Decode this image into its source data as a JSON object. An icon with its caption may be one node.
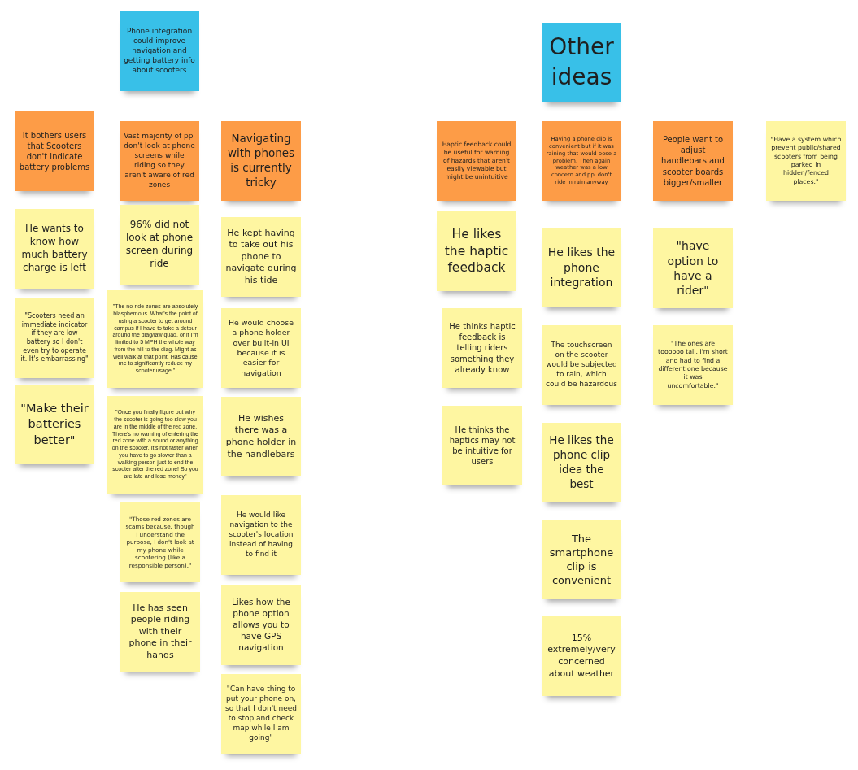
{
  "diagram": {
    "nodes": [
      {
        "text": [
          "It bothers users that Scooters don't indicate battery problems"
        ]
      },
      {
        "text": [
          "He wants to know how much battery charge is left"
        ]
      },
      {
        "text": [
          "\"Scooters need an immediate indicator if they are low battery so I don't even try to operate it. It's embarrassing\""
        ]
      },
      {
        "text": [
          "\"Make their batteries better\""
        ]
      },
      {
        "text": [
          "Phone integration could improve navigation and getting battery info about scooters"
        ]
      },
      {
        "text": [
          "Vast majority of ppl don't look at phone screens while riding so they aren't aware of red zones"
        ]
      },
      {
        "text": [
          "96% did not look at phone screen during ride"
        ]
      },
      {
        "text": [
          "\"The no-ride zones are absolutely blasphemous. What's the point of using a scooter to get around campus if I have to take a detour around the diag/law quad, or if I'm limited to 5 MPH the whole way from the hill to the diag. Might as well walk at that point. Has cause me to significantly reduce my scooter usage.\""
        ]
      },
      {
        "text": [
          "\"Once you finally figure out why the scooter is going too slow you are in the middle of the red zone. There's no warning of entering the red zone with a sound or anything on the scooter. It's not faster when you have to go slower than a walking person just to end the scooter after the red zone! So you are late and lose money\""
        ]
      },
      {
        "text": [
          "\"Those red zones are scams because, though I understand the purpose, I don't look at my phone while scootering (like a responsible person).\""
        ]
      },
      {
        "text": [
          "He has seen people riding with their phone in their hands"
        ]
      },
      {
        "text": [
          "Navigating with phones is currently tricky"
        ]
      },
      {
        "text": [
          "He kept having to take out his phone to navigate during his tide"
        ]
      },
      {
        "text": [
          "He would choose a phone holder over built-in UI because it is easier for navigation"
        ]
      },
      {
        "text": [
          "He wishes there was a phone holder in the handlebars"
        ]
      },
      {
        "text": [
          "He would like navigation to the scooter's location instead of having to find it"
        ]
      },
      {
        "text": [
          "Likes how the phone option allows you to have GPS navigation"
        ]
      },
      {
        "text": [
          "\"Can have thing to put your phone on, so that I don't need to stop and check map while I am going\""
        ]
      },
      {
        "text": [
          "Haptic feedback could be useful for warning of hazards that aren't easily viewable but might be unintuitive"
        ]
      },
      {
        "text": [
          "He likes the haptic feedback"
        ]
      },
      {
        "text": [
          "He thinks haptic feedback is telling riders something they already know"
        ]
      },
      {
        "text": [
          "He thinks the haptics may not be intuitive for users"
        ]
      },
      {
        "text": [
          "Other ideas"
        ]
      },
      {
        "text": [
          "Having a phone clip is convenient but if it was raining that would pose a problem. Then again weather was a low concern and ppl don't ride in rain anyway"
        ]
      },
      {
        "text": [
          "He likes the phone integration"
        ]
      },
      {
        "text": [
          "The touchscreen on the scooter would be subjected to rain, which could be hazardous"
        ]
      },
      {
        "text": [
          "He likes the phone clip idea the best"
        ]
      },
      {
        "text": [
          "The smartphone clip is convenient"
        ]
      },
      {
        "text": [
          "15% extremely/very concerned about weather"
        ]
      },
      {
        "text": [
          "People want to adjust handlebars and scooter boards bigger/smaller"
        ]
      },
      {
        "text": [
          "\"have option to have a rider\""
        ]
      },
      {
        "text": [
          "\"The ones are toooooo tall. I'm short and had to find a different one because it was uncomfortable.\""
        ]
      },
      {
        "text": [
          "\"Have a system which prevent public/shared scooters from being parked in hidden/fenced places.\""
        ]
      }
    ]
  }
}
